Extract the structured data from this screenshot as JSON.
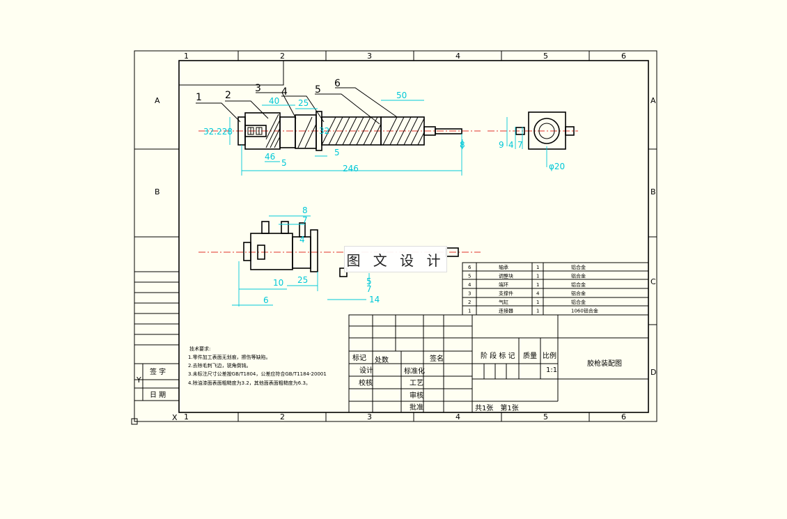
{
  "zones": {
    "cols": [
      "1",
      "2",
      "3",
      "4",
      "5",
      "6"
    ],
    "rows": [
      "A",
      "B",
      "C",
      "D"
    ]
  },
  "leaders": [
    "1",
    "2",
    "3",
    "4",
    "5",
    "6"
  ],
  "dims": {
    "d40": "40",
    "d25": "25",
    "d50": "50",
    "d32": "32.228",
    "d46": "46",
    "d5a": "5",
    "d32b": "32",
    "d5b": "5",
    "d246": "246",
    "d8": "8",
    "d9": "9",
    "d4": "4",
    "d7": "7",
    "dphi20": "φ20",
    "f8": "8",
    "f7a": "7",
    "f4": "4",
    "f10": "10",
    "f25": "25",
    "f6": "6",
    "f5": "5",
    "f7b": "7",
    "f14": "14"
  },
  "watermark": "图 文 设 计",
  "bom": [
    {
      "no": "6",
      "name": "轴承",
      "qty": "1",
      "mat": "铝合金"
    },
    {
      "no": "5",
      "name": "调整块",
      "qty": "1",
      "mat": "铝合金"
    },
    {
      "no": "4",
      "name": "端环",
      "qty": "1",
      "mat": "铝合金"
    },
    {
      "no": "3",
      "name": "支撑件",
      "qty": "4",
      "mat": "铝合金"
    },
    {
      "no": "2",
      "name": "气缸",
      "qty": "1",
      "mat": "铝合金"
    },
    {
      "no": "1",
      "name": "连接器",
      "qty": "1",
      "mat": "1060铝合金"
    }
  ],
  "tech": {
    "title": "技术要求:",
    "lines": [
      "1.零件加工表面无划痕，擦伤等缺陷。",
      "2.去除毛刺飞边，锐角倒钝。",
      "3.未标注尺寸公差按GB/T1804，公差应符合GB/T1184-20001",
      "4.除油漆面表面粗糙度为3.2，其他面表面粗糙度为6.3。"
    ]
  },
  "sidebar": {
    "sign": "签 字",
    "date": "日 期"
  },
  "titleblock": {
    "mark": "标记",
    "count": "处数",
    "sign": "签名",
    "design": "设计",
    "std": "标准化",
    "check": "校核",
    "craft": "工艺",
    "review": "审核",
    "approve": "批准",
    "stage": "阶 段 标 记",
    "weight": "质量",
    "scale_label": "比例",
    "scale": "1:1",
    "drawing_name": "胶枪装配图",
    "sheets": "共1张　第1张"
  }
}
